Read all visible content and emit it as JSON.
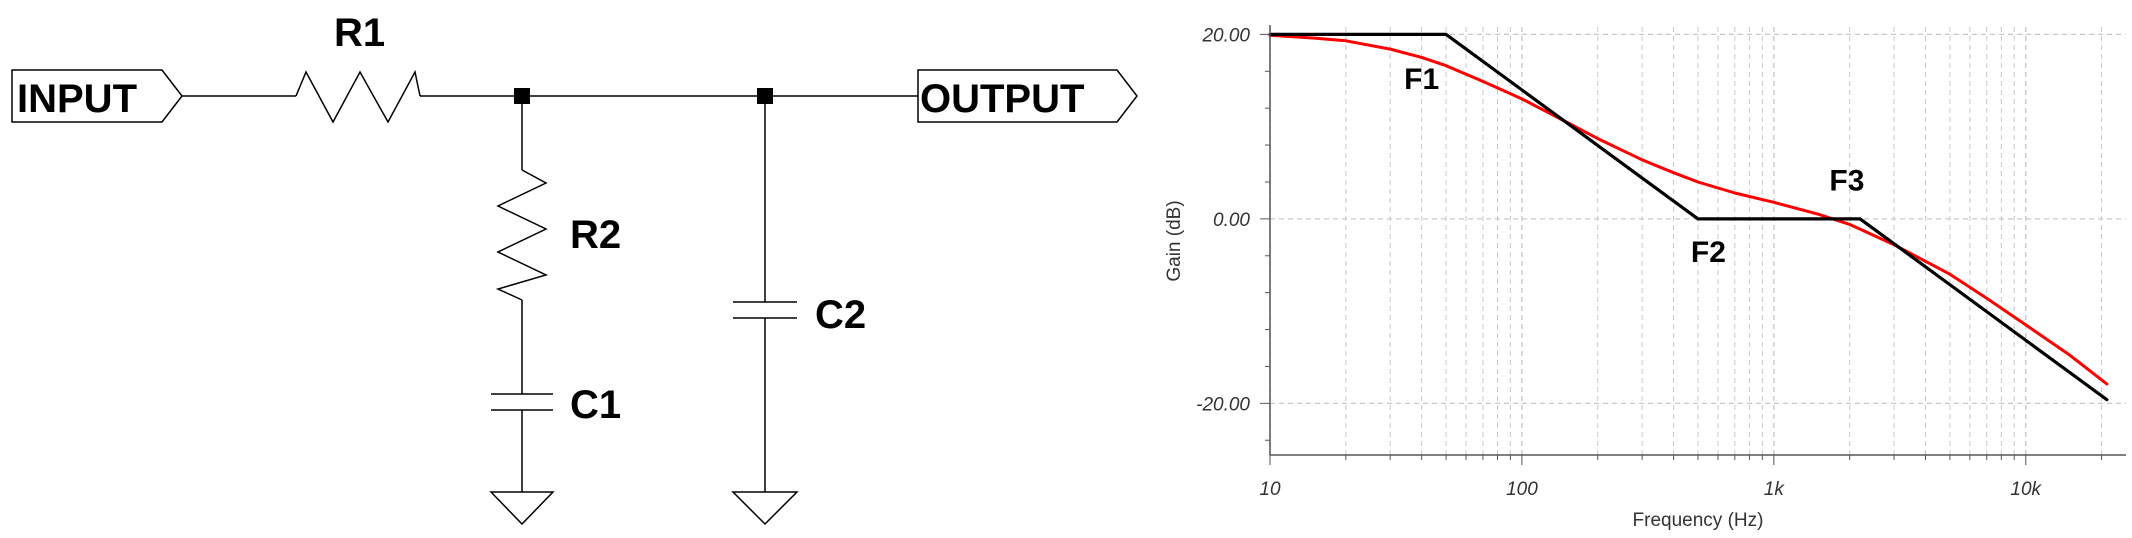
{
  "schematic": {
    "ports": {
      "input": "INPUT",
      "output": "OUTPUT"
    },
    "components": {
      "r1": "R1",
      "r2": "R2",
      "c1": "C1",
      "c2": "C2"
    },
    "wire_color": "#000000"
  },
  "chart_data": {
    "type": "line",
    "title": "",
    "xlabel": "Frequency (Hz)",
    "ylabel": "Gain (dB)",
    "x_scale": "log",
    "xlim": [
      10,
      25000
    ],
    "ylim": [
      -25.6,
      20.8
    ],
    "x_ticks": [
      {
        "value": 10,
        "label": "10"
      },
      {
        "value": 100,
        "label": "100"
      },
      {
        "value": 1000,
        "label": "1k"
      },
      {
        "value": 10000,
        "label": "10k"
      }
    ],
    "y_ticks": [
      {
        "value": 20,
        "label": "20.00"
      },
      {
        "value": 0,
        "label": "0.00"
      },
      {
        "value": -20,
        "label": "-20.00"
      }
    ],
    "grid": true,
    "series": [
      {
        "color": "#ff0000",
        "x": [
          10,
          15,
          20,
          30,
          40,
          50,
          70,
          100,
          150,
          200,
          300,
          400,
          500,
          700,
          1000,
          1500,
          2000,
          3000,
          5000,
          7000,
          10000,
          15000,
          21000
        ],
        "y": [
          19.9,
          19.6,
          19.3,
          18.4,
          17.5,
          16.6,
          14.9,
          13.0,
          10.5,
          8.7,
          6.4,
          5.0,
          4.0,
          2.8,
          1.8,
          0.5,
          -0.6,
          -2.8,
          -6.0,
          -8.6,
          -11.5,
          -14.8,
          -17.9
        ]
      },
      {
        "color": "#000000",
        "x": [
          10,
          50,
          500,
          2200,
          21000
        ],
        "y": [
          20,
          20,
          0,
          0,
          -19.6
        ]
      }
    ],
    "annotations": [
      {
        "label": "F1",
        "x": 40,
        "y": 14.1
      },
      {
        "label": "F2",
        "x": 550,
        "y": -4.7
      },
      {
        "label": "F3",
        "x": 1950,
        "y": 3.1
      }
    ]
  }
}
